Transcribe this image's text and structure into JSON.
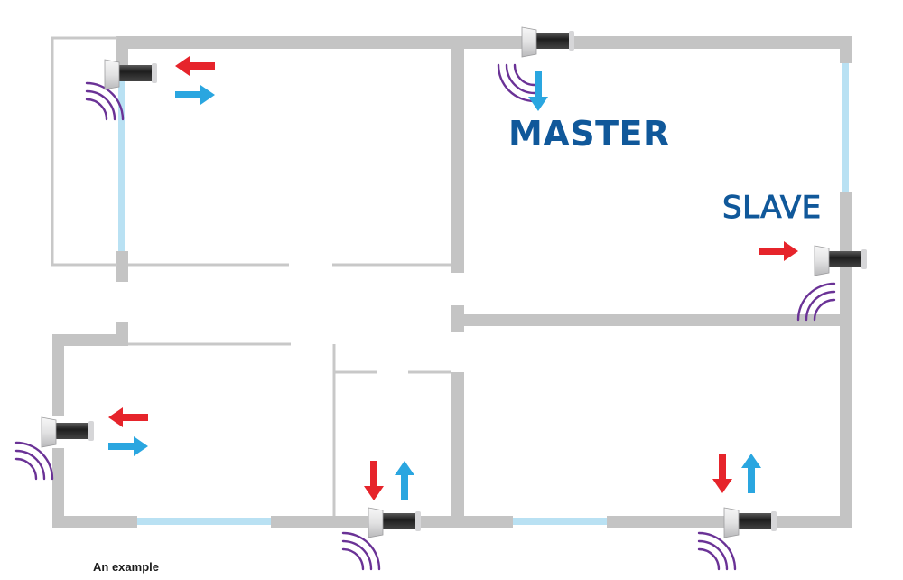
{
  "labels": {
    "master": "MASTER",
    "slave": "SLAVE",
    "caption": "An example"
  },
  "colors": {
    "wall": "#c4c4c4",
    "thin_wall": "#c8c8c8",
    "window": "#b9e1f3",
    "label": "#10589a",
    "arrow_red": "#e6242b",
    "arrow_blue": "#2aa6e0",
    "sound_wave": "#6a3296",
    "device_body": "#e9e9ea",
    "device_tube": "#2a2a2a"
  },
  "icons": {
    "ventilation_unit": "ventilation-unit-icon",
    "airflow_in": "red-arrow-icon",
    "airflow_out": "blue-arrow-icon",
    "sound": "sound-wave-icon"
  }
}
